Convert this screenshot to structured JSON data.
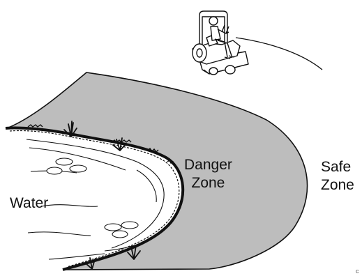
{
  "zones": {
    "water": {
      "label": "Water"
    },
    "danger": {
      "line1": "Danger",
      "line2": "Zone",
      "fill": "#bdbdbd"
    },
    "safe": {
      "line1": "Safe",
      "line2": "Zone"
    }
  },
  "illustration": {
    "vehicle": "riding-mower-icon",
    "plants": "grass-tuft-icon",
    "stroke_color": "#111111"
  },
  "corner_mark": "c"
}
